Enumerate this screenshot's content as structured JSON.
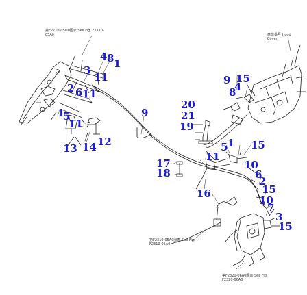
{
  "colors": {
    "callout": "#1a1ad0",
    "line": "#222222",
    "note": "#333333"
  },
  "callouts": [
    "4",
    "8",
    "1",
    "3",
    "11",
    "2",
    "6",
    "11",
    "1",
    "5",
    "11",
    "13",
    "14",
    "12",
    "9",
    "15",
    "8",
    "4",
    "20",
    "21",
    "19",
    "9",
    "5",
    "1",
    "15",
    "11",
    "10",
    "17",
    "18",
    "6",
    "2",
    "15",
    "16",
    "10",
    "7",
    "3",
    "15"
  ],
  "notes": [
    {
      "text": "第F2710-05D0图表 See Fig. F2710-05A0"
    },
    {
      "text": "車体番号 Hood Cover"
    },
    {
      "text": "第F2310-05A0图表 See Fig. F2310-05A0"
    },
    {
      "text": "第F2320-06A0图表 See Fig. F2320-06A0"
    }
  ]
}
